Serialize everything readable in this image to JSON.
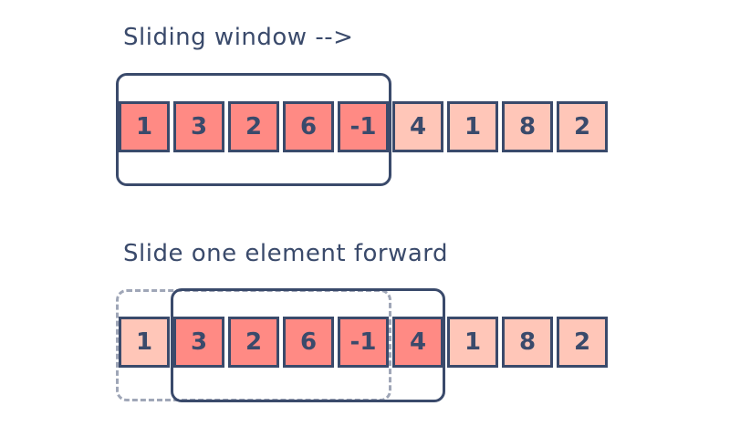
{
  "panels": [
    {
      "title": "Sliding window -->",
      "cells": [
        "1",
        "3",
        "2",
        "6",
        "-1",
        "4",
        "1",
        "8",
        "2"
      ],
      "window": [
        0,
        4
      ]
    },
    {
      "title": "Slide one element forward",
      "cells": [
        "1",
        "3",
        "2",
        "6",
        "-1",
        "4",
        "1",
        "8",
        "2"
      ],
      "window": [
        1,
        5
      ],
      "previous_window": [
        0,
        4
      ]
    }
  ],
  "colors": {
    "cell_in_window": "#ff8a84",
    "cell_outside_window": "#ffc6b8",
    "outline": "#3a4a6b",
    "previous_window_outline": "#9fa6b7"
  }
}
